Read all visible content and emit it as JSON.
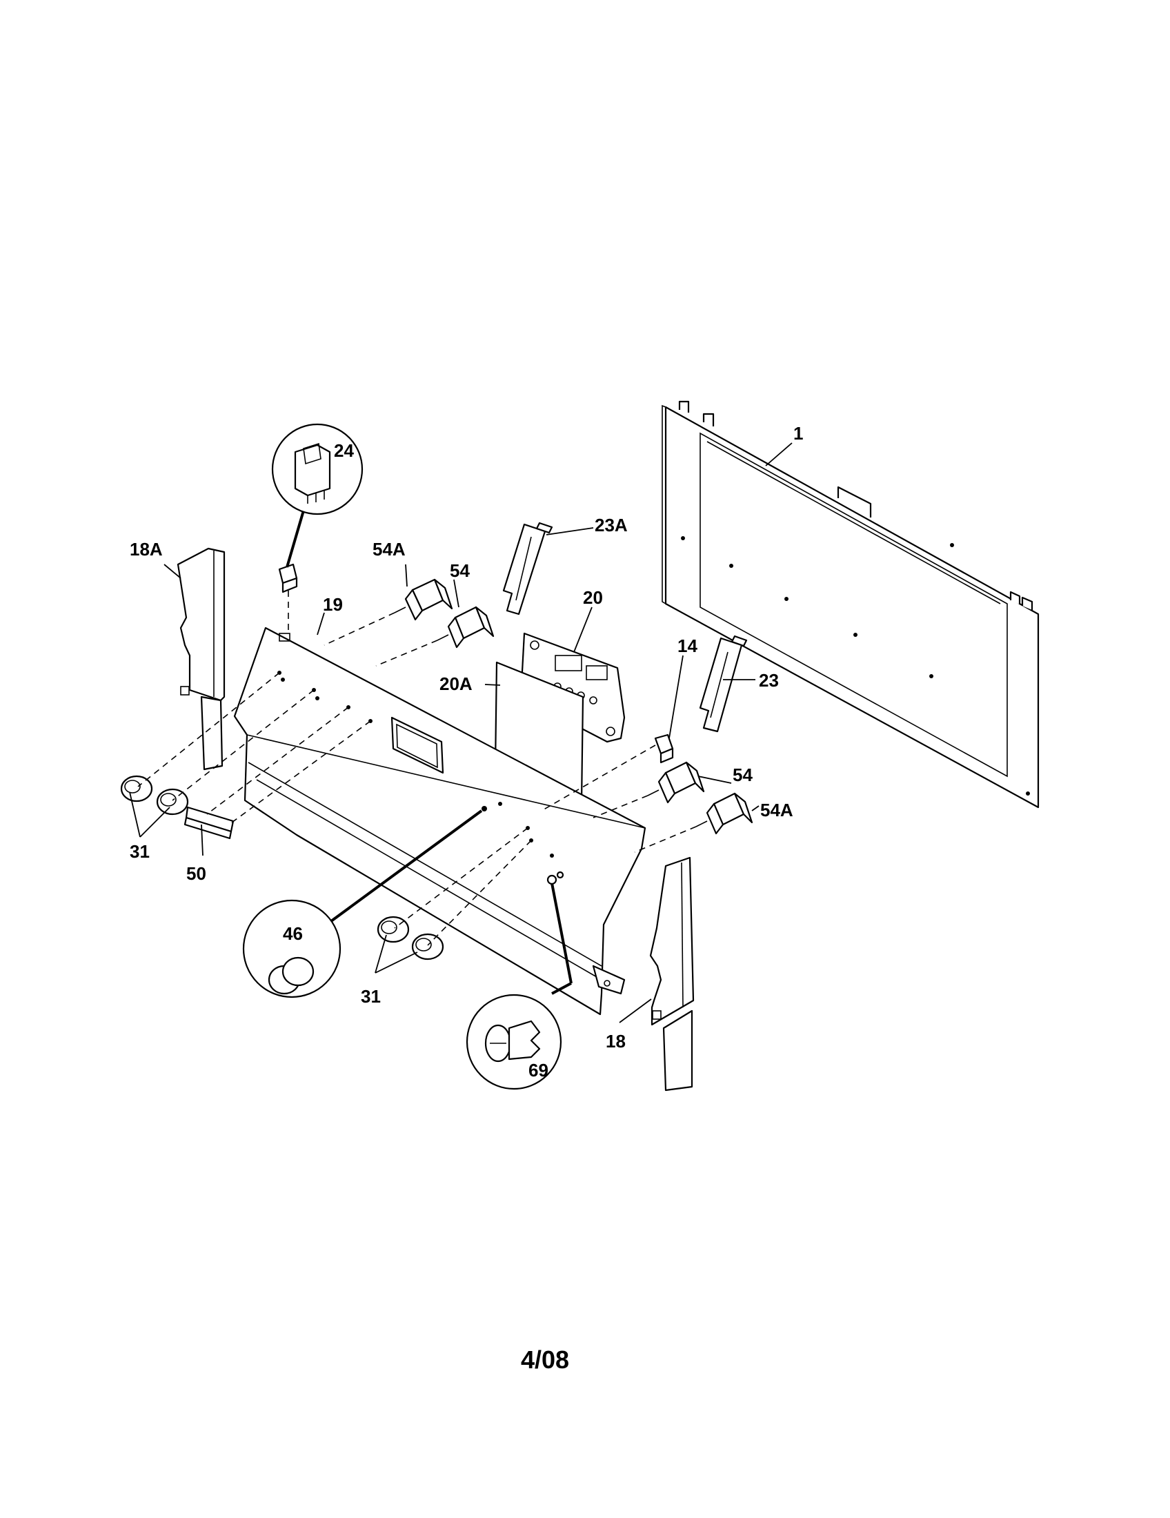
{
  "labels": {
    "p1": "1",
    "p14": "14",
    "p18": "18",
    "p18A": "18A",
    "p19": "19",
    "p20": "20",
    "p20A": "20A",
    "p23": "23",
    "p23A": "23A",
    "p24": "24",
    "p31_left": "31",
    "p31_center": "31",
    "p46": "46",
    "p50": "50",
    "p54_upper": "54",
    "p54A_upper": "54A",
    "p54_right": "54",
    "p54A_right": "54A",
    "p69": "69"
  },
  "footer": {
    "date_code": "4/08"
  }
}
